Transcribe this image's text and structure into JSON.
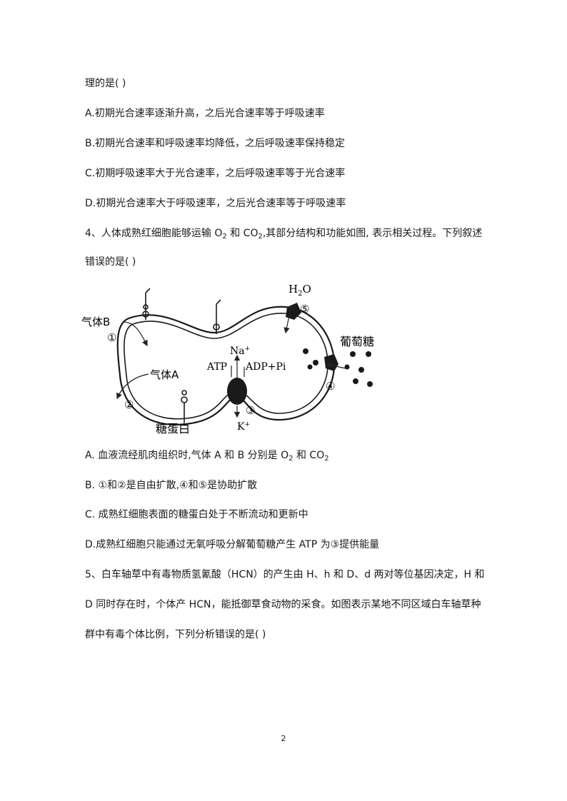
{
  "lines": {
    "l1": "理的是(      )",
    "l2": "A.初期光合速率逐渐升高，之后光合速率等于呼吸速率",
    "l3": "B.初期光合速率和呼吸速率均降低，之后呼吸速率保持稳定",
    "l4": "C.初期呼吸速率大于光合速率，之后呼吸速率等于光合速率",
    "l5": "D.初期光合速率大于呼吸速率，之后光合速率等于呼吸速率",
    "q4a": "4、人体成熟红细胞能够运输 O",
    "q4a_sub1": "2",
    "q4a_mid": " 和 CO",
    "q4a_sub2": "2",
    "q4a_end": ",其部分结构和功能如图, 表示相关过程。下列叙述",
    "q4b": "错误的是(      )",
    "optA_1": "A.  血液流经肌肉组织时,气体 A  和  B 分别是 O",
    "optA_sub1": "2",
    "optA_2": " 和 CO",
    "optA_sub2": "2",
    "optB": "B.  ①和②是自由扩散,④和⑤是协助扩散",
    "optC": "C.  成熟红细胞表面的糖蛋白处于不断流动和更新中",
    "optD": "D.成熟红细胞只能通过无氧呼吸分解葡萄糖产生 ATP 为③提供能量",
    "q5a": "5、白车轴草中有毒物质氢氰酸（HCN）的产生由 H、h 和 D、d 两对等位基因决定，H 和",
    "q5b": "D 同时存在时，个体产 HCN，能抵御草食动物的采食。如图表示某地不同区域白车轴草种",
    "q5c": "群中有毒个体比例，下列分析错误的是(      )"
  },
  "diagram": {
    "gas_b": "气体B",
    "gas_a": "气体A",
    "glycoprotein": "糖蛋白",
    "glucose": "葡萄糖",
    "water": "H",
    "water_sub": "2",
    "water_o": "O",
    "na": "Na",
    "na_sup": "+",
    "k": "K",
    "k_sup": "+",
    "atp": "ATP",
    "adp": "ADP+Pi",
    "n1": "①",
    "n2": "②",
    "n3": "③",
    "n4": "④",
    "n5": "⑤"
  },
  "page_number": "2"
}
